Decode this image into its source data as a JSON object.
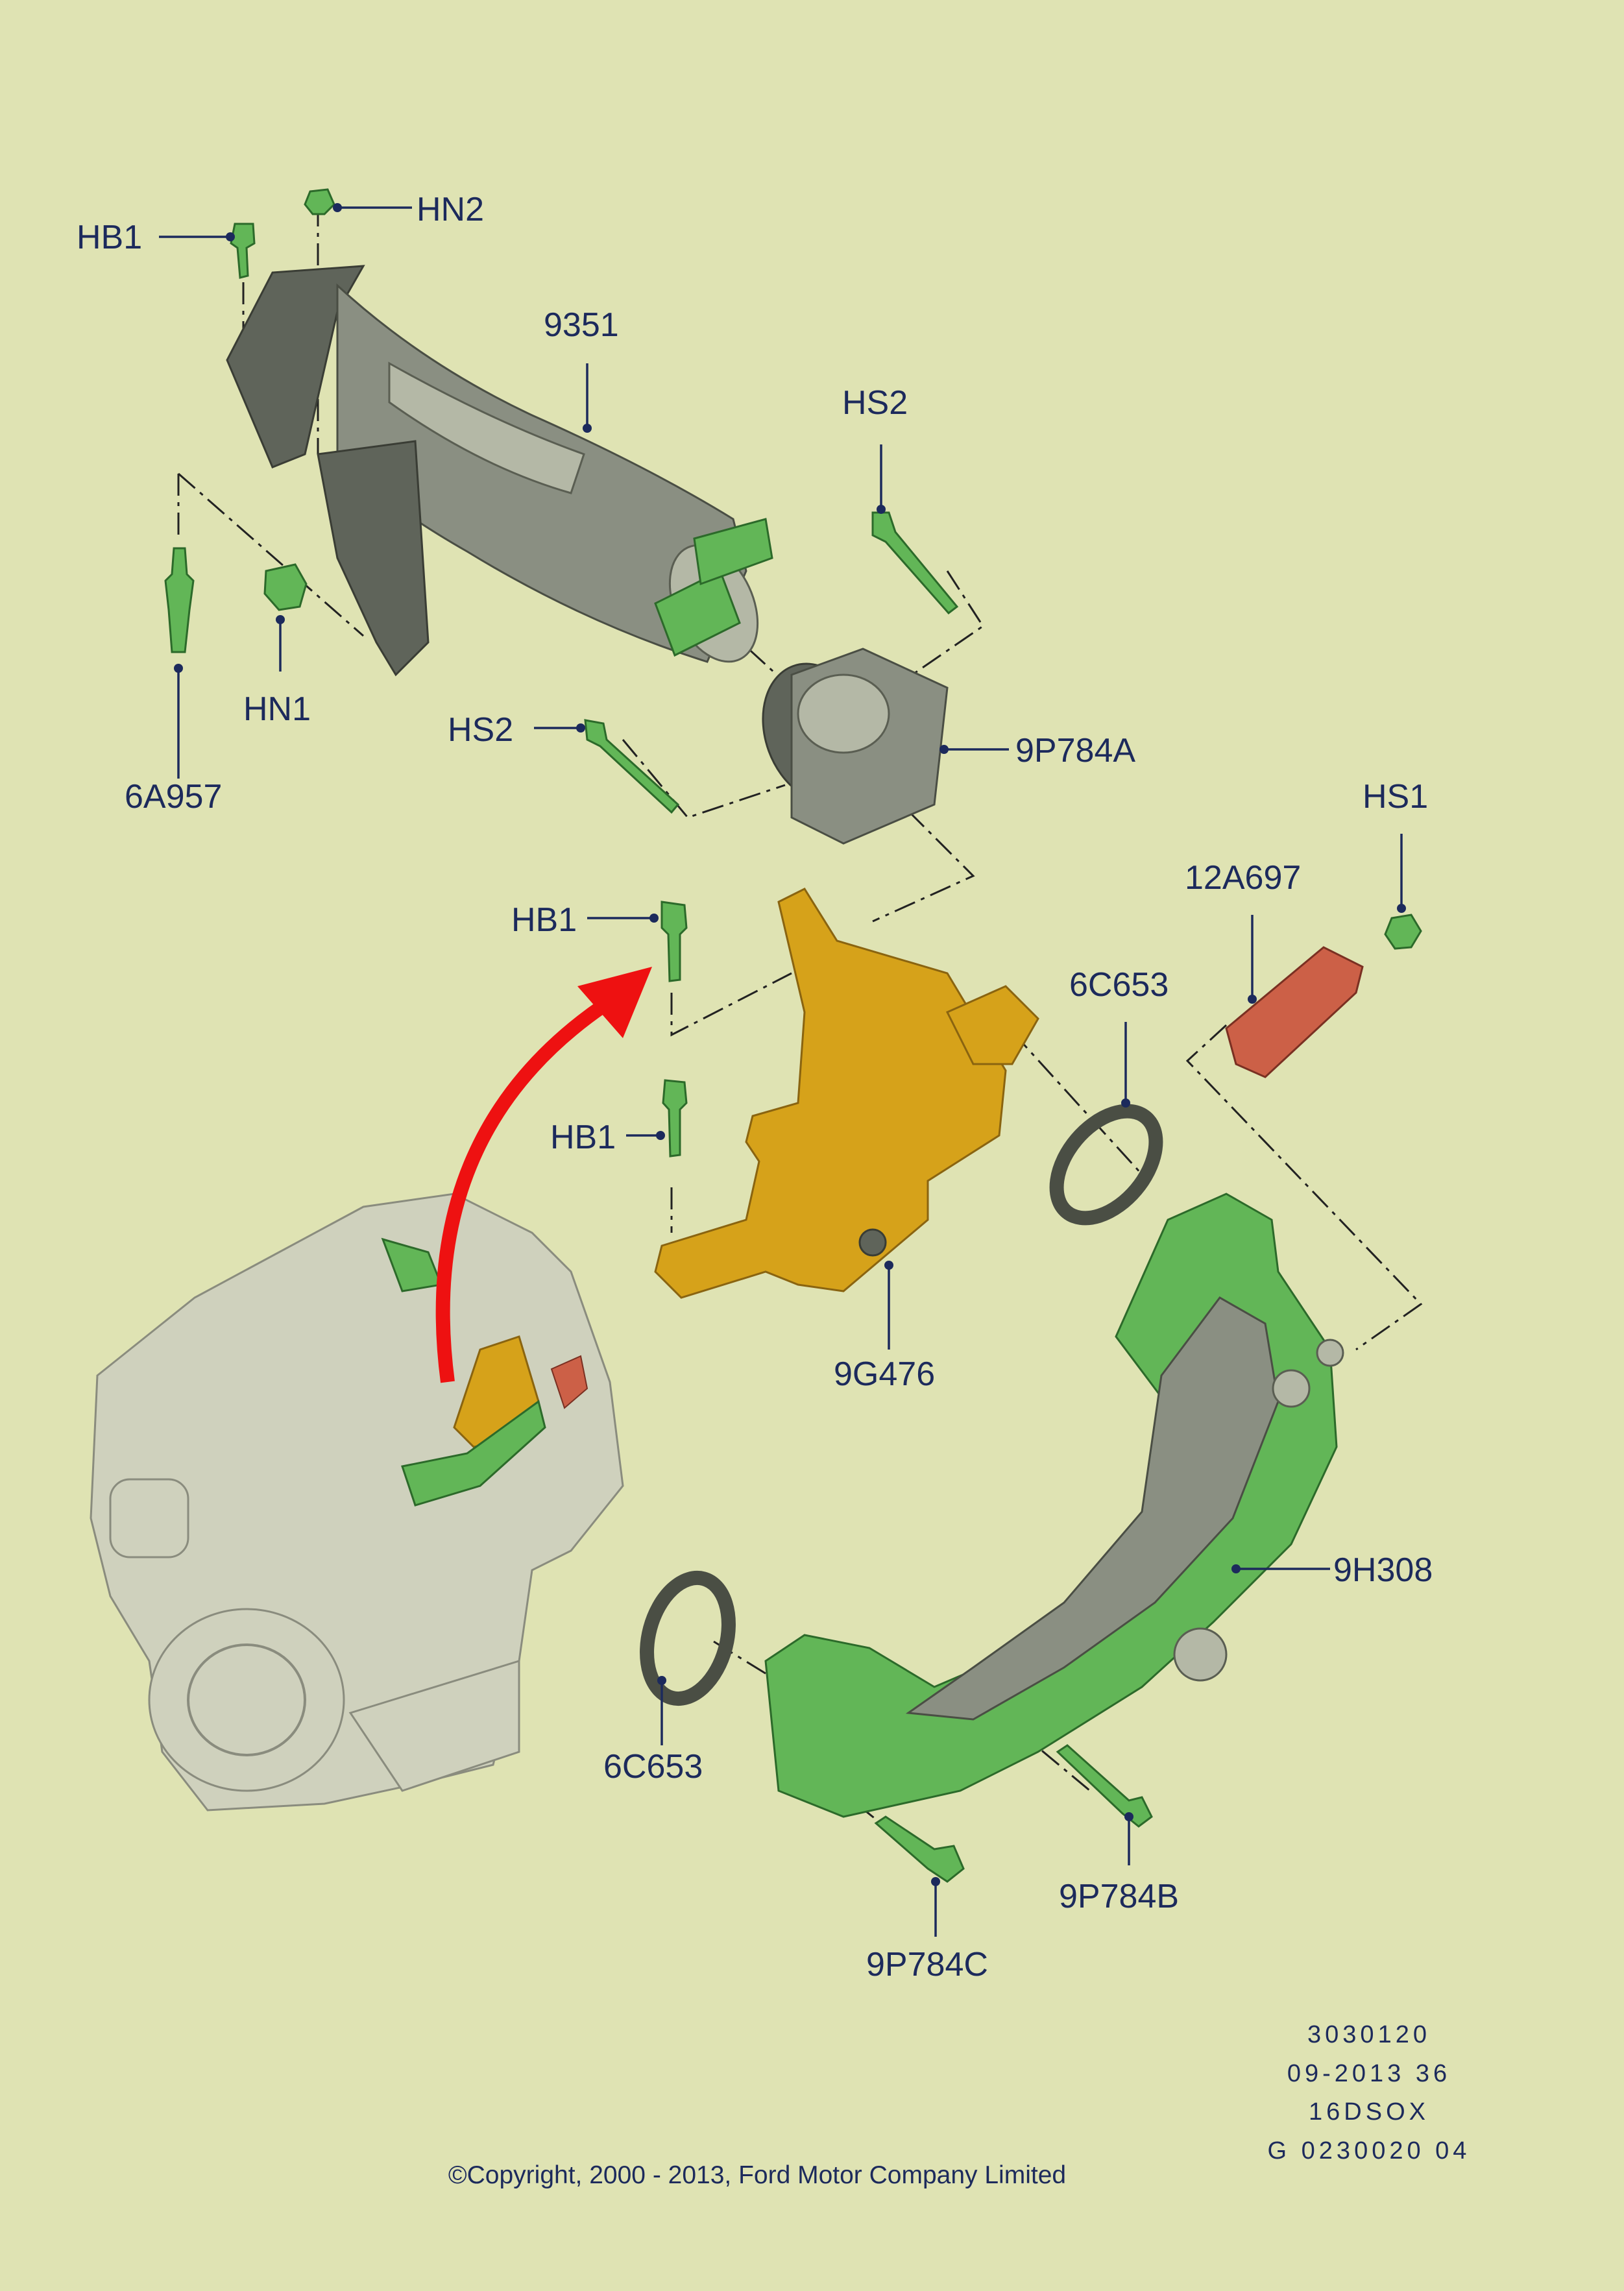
{
  "labels": {
    "hb1_top": "HB1",
    "hn2": "HN2",
    "p9351": "9351",
    "hs2_top": "HS2",
    "hn1": "HN1",
    "p6a957": "6A957",
    "hs2_mid": "HS2",
    "p9p784a": "9P784A",
    "hs1": "HS1",
    "p12a697": "12A697",
    "hb1_mid": "HB1",
    "p6c653_right": "6C653",
    "hb1_low": "HB1",
    "p9g476": "9G476",
    "p9h308": "9H308",
    "p6c653_left": "6C653",
    "p9p784b": "9P784B",
    "p9p784c": "9P784C"
  },
  "reference": {
    "line1": "3030120",
    "line2": "09-2013 36",
    "line3": "16DSOX",
    "line4": "G 0230020 04"
  },
  "copyright": "©Copyright, 2000 - 2013, Ford Motor Company Limited",
  "colors": {
    "background": "#dfe3b3",
    "highlight_green": "#62b657",
    "highlight_orange": "#d6a21a",
    "highlight_red": "#cc6047",
    "arrow": "#ee1111",
    "text": "#1c2a5c"
  }
}
